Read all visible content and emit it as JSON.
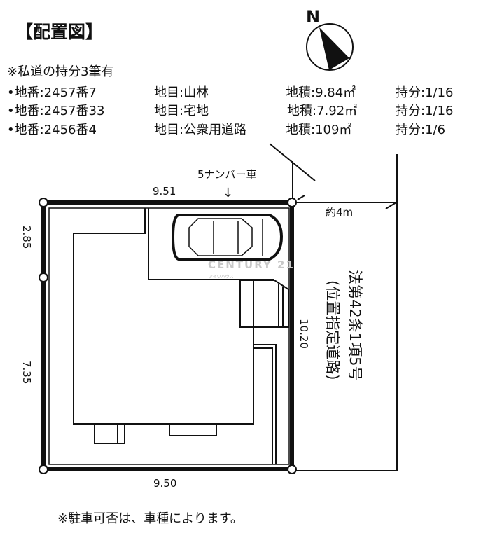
{
  "title": "【配置図】",
  "compass": {
    "label": "N"
  },
  "private_road": {
    "heading": "※私道の持分3筆有",
    "rows": [
      {
        "lot": "•地番:2457番7",
        "category": "地目:山林",
        "area": "地積:9.84㎡",
        "share": "持分:1/16"
      },
      {
        "lot": "•地番:2457番33",
        "category": "地目:宅地",
        "area": "地積:7.92㎡",
        "share": "持分:1/16"
      },
      {
        "lot": "•地番:2456番4",
        "category": "地目:公衆用道路",
        "area": "地積:109㎡",
        "share": "持分:1/6"
      }
    ]
  },
  "plan": {
    "car_label": "5ナンバー車",
    "arrow": "↓",
    "dim_top": "9.51",
    "dim_bottom": "9.50",
    "dim_left_upper": "2.85",
    "dim_left_lower": "7.35",
    "dim_right": "10.20",
    "road_width": "約4m",
    "road_type_line1": "法第42条1項5号",
    "road_type_line2": "(位置指定道路)",
    "watermark": "CENTURY 21",
    "watermark_sub": "アイワハウス"
  },
  "note": "※駐車可否は、車種によります。"
}
